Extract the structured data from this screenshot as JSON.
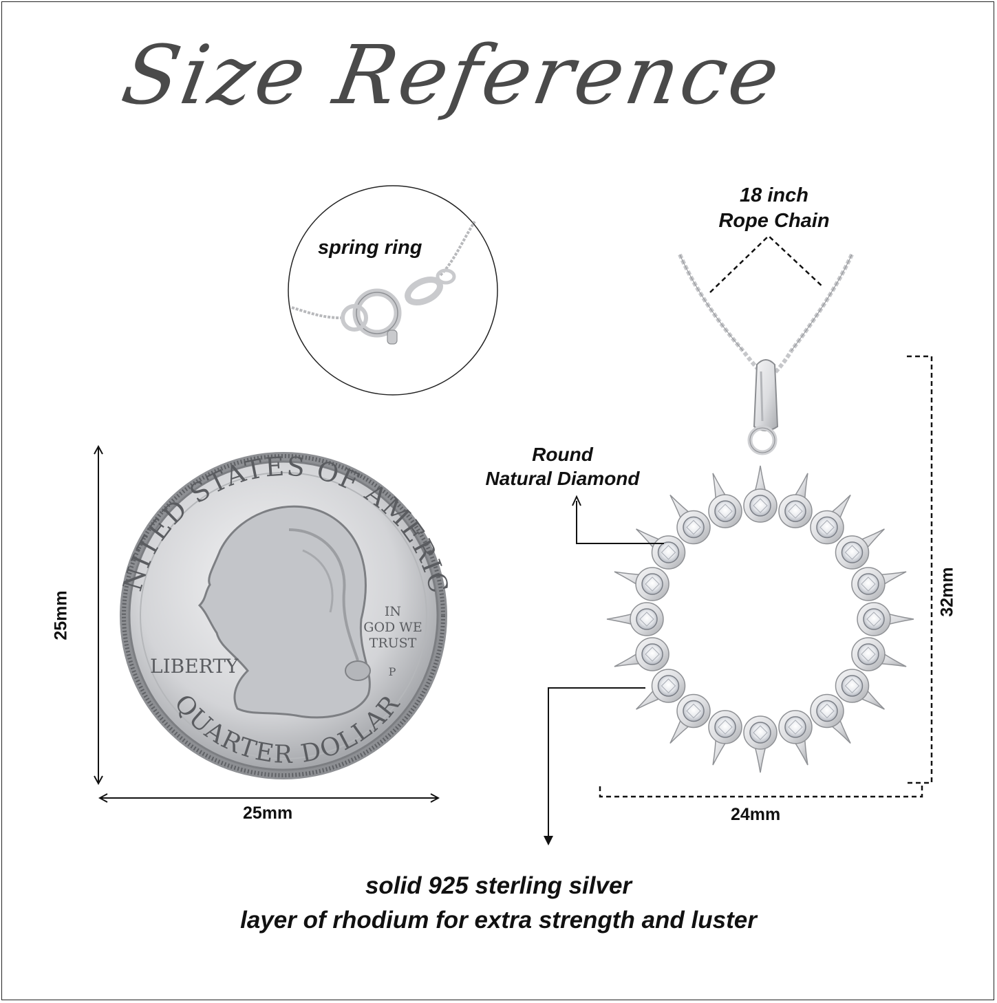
{
  "title": "Size Reference",
  "clasp_label": "spring ring",
  "chain_label": {
    "line1": "18 inch",
    "line2": "Rope Chain"
  },
  "stone_label": {
    "line1": "Round",
    "line2": "Natural Diamond"
  },
  "coin": {
    "height_label": "25mm",
    "width_label": "25mm",
    "legend_top": "UNITED STATES OF AMERICA",
    "legend_bottom": "QUARTER DOLLAR",
    "motto": [
      "IN",
      "GOD WE",
      "TRUST"
    ],
    "liberty": "LIBERTY",
    "mint_mark": "P"
  },
  "pendant": {
    "height_label": "32mm",
    "width_label": "24mm"
  },
  "material": {
    "line1": "solid 925 sterling silver",
    "line2": "layer of rhodium for extra strength and luster"
  },
  "colors": {
    "text": "#111111",
    "title": "#4a4a4a",
    "metal": "#d9dadc",
    "metal_shadow": "#9a9ca0",
    "frame": "#222222"
  }
}
